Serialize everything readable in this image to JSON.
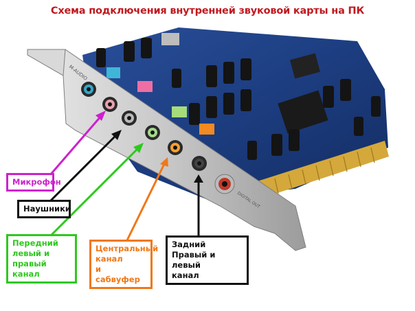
{
  "title": "Схема подключения внутренней звуковой карты на ПК",
  "card": {
    "brand": "M-AUDIO",
    "digital_out": "DIGITAL OUT"
  },
  "labels": {
    "mic": {
      "lines": [
        "Микрофон"
      ],
      "color": "#cc22cc"
    },
    "headphones": {
      "lines": [
        "Наушники"
      ],
      "color": "#111111"
    },
    "front": {
      "lines": [
        "Передний",
        "левый и",
        "правый канал"
      ],
      "color": "#2ec81e"
    },
    "center": {
      "lines": [
        "Центральный",
        "канал",
        "и сабвуфер"
      ],
      "color": "#f07818"
    },
    "rear": {
      "lines": [
        "Задний",
        "Правый и левый",
        "канал"
      ],
      "color": "#111111"
    }
  },
  "jacks": [
    {
      "name": "blue",
      "color": "#35a7c7"
    },
    {
      "name": "pink",
      "color": "#e8a0b0"
    },
    {
      "name": "gray",
      "color": "#b9b9b9"
    },
    {
      "name": "green",
      "color": "#a4d88a"
    },
    {
      "name": "orange",
      "color": "#f3a032"
    },
    {
      "name": "black",
      "color": "#2a2a2a"
    }
  ]
}
